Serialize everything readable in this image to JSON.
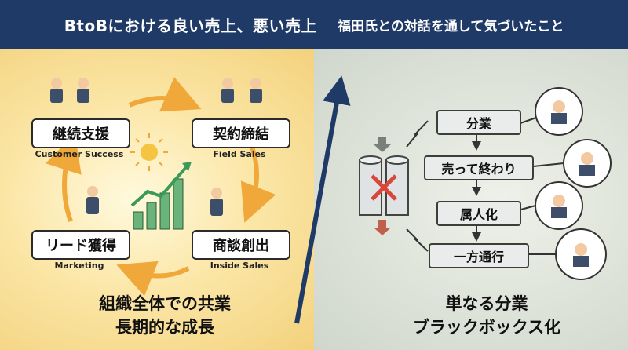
{
  "header": {
    "title": "BtoBにおける良い売上、悪い売上",
    "subtitle": "福田氏との対話を通して気づいたこと"
  },
  "left": {
    "cycle": [
      {
        "label": "継続支援",
        "sub": "Customer Success"
      },
      {
        "label": "契約締結",
        "sub": "Field Sales"
      },
      {
        "label": "商談創出",
        "sub": "Inside Sales"
      },
      {
        "label": "リード獲得",
        "sub": "Marketing"
      }
    ],
    "caption_line1": "組織全体での共業",
    "caption_line2": "長期的な成長"
  },
  "right": {
    "steps": [
      "分業",
      "売って終わり",
      "属人化",
      "一方通行"
    ],
    "caption_line1": "単なる分業",
    "caption_line2": "ブラックボックス化"
  },
  "colors": {
    "header_bg": "#1f3a66",
    "arrow_orange": "#f0a83a",
    "main_arrow": "#1f3a66",
    "cross_red": "#d9463b",
    "bar_green": "#3a9a5a"
  }
}
